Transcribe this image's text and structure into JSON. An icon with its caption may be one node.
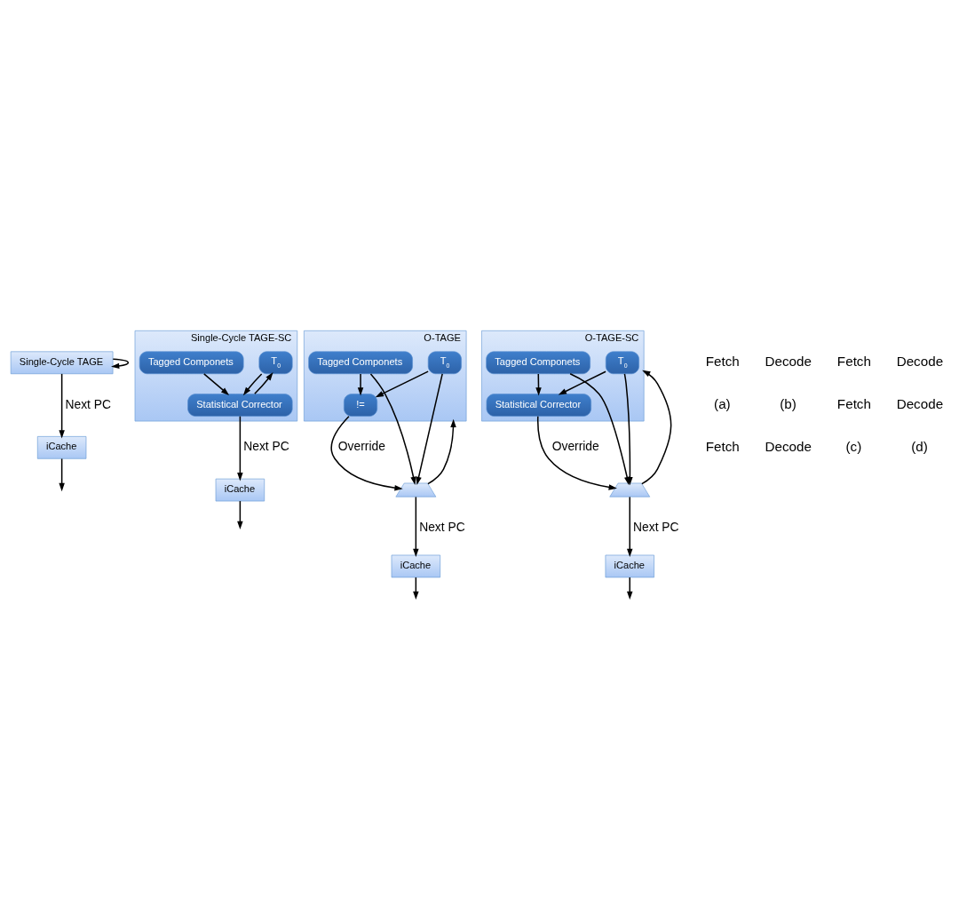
{
  "diagram": {
    "nodes": [
      {
        "text": [
          "iCache"
        ]
      },
      {
        "text": [
          "Single-Cycle TAGE"
        ]
      },
      {
        "text": [
          "iCache"
        ]
      },
      {
        "text": [
          "Single-Cycle TAGE-SC"
        ]
      },
      {
        "text": [
          "T$_{0}$"
        ],
        "in": 3
      },
      {
        "text": [
          "Tagged Componets"
        ],
        "in": 3
      },
      {
        "text": [
          "Statistical Corrector"
        ],
        "in": 3
      },
      {
        "text": [
          "iCache"
        ]
      },
      {
        "text": [
          "O-TAGE"
        ]
      },
      {
        "text": [
          "T$_{0}$"
        ],
        "in": 8
      },
      {
        "text": [
          "Tagged Componets"
        ],
        "in": 8
      },
      {
        "text": [
          "!="
        ],
        "in": 8
      },
      {
        "text": [],
        "shape": "trapezoid"
      },
      {
        "text": [
          "iCache"
        ]
      },
      {
        "text": [
          "O-TAGE-SC"
        ]
      },
      {
        "text": [
          "T$_{0}$"
        ],
        "in": 14
      },
      {
        "text": [
          "Tagged Componets"
        ],
        "in": 14
      },
      {
        "text": [
          "Statistical Corrector"
        ],
        "in": 14
      },
      {
        "text": [],
        "shape": "trapezoid"
      }
    ],
    "edges": [
      {
        "from": 1,
        "to": 0,
        "arrow": "to",
        "label": "Next PC"
      },
      {
        "from": 1,
        "to": 1,
        "arrow": "to"
      },
      {
        "from": 0,
        "to": null,
        "arrow": "to"
      },
      {
        "from": 6,
        "to": 2,
        "arrow": "to",
        "label": "Next PC"
      },
      {
        "from": 6,
        "to": 3,
        "arrow": "to"
      },
      {
        "from": 4,
        "to": 6,
        "arrow": "to"
      },
      {
        "from": 5,
        "to": 6,
        "arrow": "to"
      },
      {
        "from": 2,
        "to": null,
        "arrow": "to"
      },
      {
        "from": 12,
        "to": 7,
        "arrow": "to",
        "label": "Next PC"
      },
      {
        "from": 12,
        "to": 8,
        "arrow": "to"
      },
      {
        "from": 9,
        "to": 12,
        "arrow": "to"
      },
      {
        "from": 9,
        "to": 11,
        "arrow": "to"
      },
      {
        "from": 10,
        "to": 12,
        "arrow": "to"
      },
      {
        "from": 10,
        "to": 11,
        "arrow": "to"
      },
      {
        "from": 11,
        "to": 12,
        "arrow": "to",
        "label": "Override"
      },
      {
        "from": 7,
        "to": null,
        "arrow": "to"
      },
      {
        "from": 18,
        "to": 13,
        "arrow": "to",
        "label": "Next PC"
      },
      {
        "from": 18,
        "to": 14,
        "arrow": "to"
      },
      {
        "from": 15,
        "to": 18,
        "arrow": "to"
      },
      {
        "from": 15,
        "to": 17,
        "arrow": "to"
      },
      {
        "from": 16,
        "to": 18,
        "arrow": "to"
      },
      {
        "from": 16,
        "to": 17,
        "arrow": "to"
      },
      {
        "from": 17,
        "to": 18,
        "arrow": "to",
        "label": "Override"
      },
      {
        "from": 13,
        "to": null,
        "arrow": "to"
      }
    ],
    "labels": [
      "Fetch",
      "Decode",
      "Fetch",
      "Decode",
      "(a)",
      "(b)",
      "Fetch",
      "Decode",
      "Fetch",
      "Decode",
      "(c)",
      "(d)"
    ]
  }
}
